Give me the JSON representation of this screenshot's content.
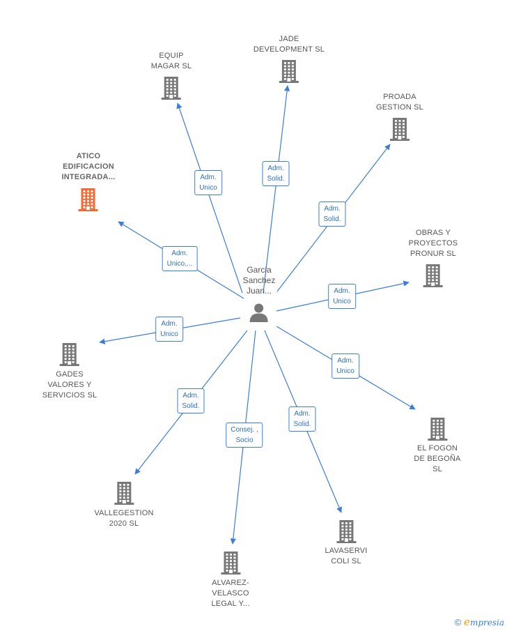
{
  "center": {
    "label_lines": [
      "Garcia",
      "Sanchez",
      "Juan..."
    ]
  },
  "companies": [
    {
      "id": "atico",
      "lines": [
        "ATICO",
        "EDIFICACION",
        "INTEGRADA..."
      ],
      "highlight": true
    },
    {
      "id": "equip",
      "lines": [
        "EQUIP",
        "MAGAR  SL"
      ]
    },
    {
      "id": "jade",
      "lines": [
        "JADE",
        "DEVELOPMENT SL"
      ]
    },
    {
      "id": "proada",
      "lines": [
        "PROADA",
        "GESTION  SL"
      ]
    },
    {
      "id": "obras",
      "lines": [
        "OBRAS Y",
        "PROYECTOS",
        "PRONUR SL"
      ]
    },
    {
      "id": "gades",
      "lines": [
        "GADES",
        "VALORES Y",
        "SERVICIOS  SL"
      ]
    },
    {
      "id": "fogon",
      "lines": [
        "EL FOGON",
        "DE BEGOÑA",
        "SL"
      ]
    },
    {
      "id": "vallegestion",
      "lines": [
        "VALLEGESTION",
        "2020  SL"
      ]
    },
    {
      "id": "lavaservi",
      "lines": [
        "LAVASERVI",
        "COLI  SL"
      ]
    },
    {
      "id": "alvarez",
      "lines": [
        "ALVAREZ-",
        "VELASCO",
        "LEGAL Y..."
      ]
    }
  ],
  "edges": [
    {
      "target": "atico",
      "label_lines": [
        "Adm.",
        "Unico,..."
      ]
    },
    {
      "target": "equip",
      "label_lines": [
        "Adm.",
        "Unico"
      ]
    },
    {
      "target": "jade",
      "label_lines": [
        "Adm.",
        "Solid."
      ]
    },
    {
      "target": "proada",
      "label_lines": [
        "Adm.",
        "Solid."
      ]
    },
    {
      "target": "obras",
      "label_lines": [
        "Adm.",
        "Unico"
      ]
    },
    {
      "target": "gades",
      "label_lines": [
        "Adm.",
        "Unico"
      ]
    },
    {
      "target": "fogon",
      "label_lines": [
        "Adm.",
        "Unico"
      ]
    },
    {
      "target": "vallegestion",
      "label_lines": [
        "Adm.",
        "Solid."
      ]
    },
    {
      "target": "lavaservi",
      "label_lines": [
        "Adm.",
        "Solid."
      ]
    },
    {
      "target": "alvarez",
      "label_lines": [
        "Consej. ,",
        "Socio"
      ]
    }
  ],
  "colors": {
    "edge": "#3b7dd8",
    "building": "#777777",
    "building_highlight": "#f26a35"
  },
  "icons": {
    "company": "building-icon",
    "person": "person-icon",
    "copyright": "copyright-icon"
  },
  "footer": {
    "copyright": "©",
    "brand_initial": "e",
    "brand_rest": "mpresia"
  }
}
